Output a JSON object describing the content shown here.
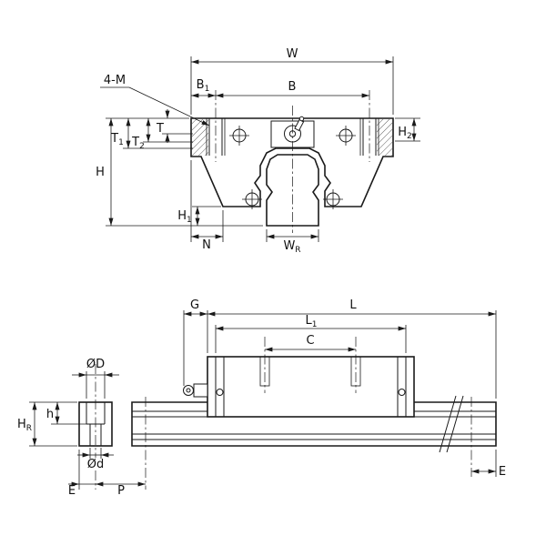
{
  "colors": {
    "line": "#1a1a1a",
    "background": "#ffffff"
  },
  "front_view": {
    "W": "W",
    "four_M": "4-M",
    "B1": {
      "main": "B",
      "sub": "1"
    },
    "B": "B",
    "H2": {
      "main": "H",
      "sub": "2"
    },
    "T": "T",
    "T2": {
      "main": "T",
      "sub": "2"
    },
    "T1": {
      "main": "T",
      "sub": "1"
    },
    "H": "H",
    "H1": {
      "main": "H",
      "sub": "1"
    },
    "N": "N",
    "WR": {
      "main": "W",
      "sub": "R"
    }
  },
  "side_view": {
    "G": "G",
    "L": "L",
    "L1": {
      "main": "L",
      "sub": "1"
    },
    "C": "C",
    "dia_D": "ØD",
    "h": "h",
    "HR": {
      "main": "H",
      "sub": "R"
    },
    "dia_d": "Ød",
    "E_left": "E",
    "P": "P",
    "E_right": "E"
  }
}
